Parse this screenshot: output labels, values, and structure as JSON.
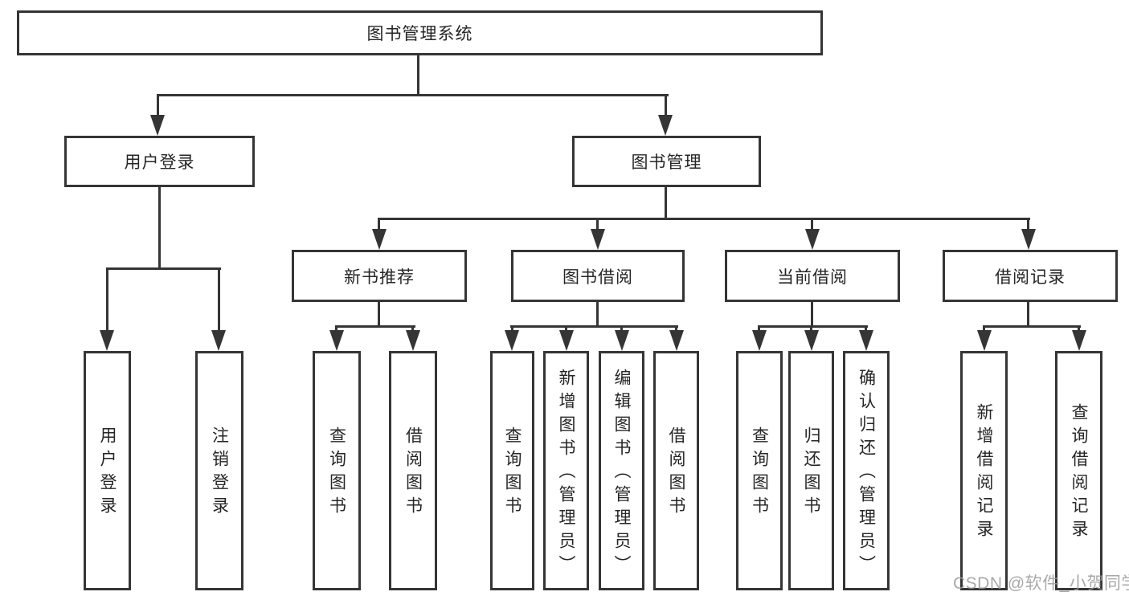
{
  "nodes": {
    "root": "图书管理系统",
    "user_login": "用户登录",
    "book_mgmt": "图书管理",
    "new_book_rec": "新书推荐",
    "book_borrow": "图书借阅",
    "current_borrow": "当前借阅",
    "borrow_record": "借阅记录",
    "leaf_user_login": "用户登录",
    "leaf_logout": "注销登录",
    "leaf_query_book_a": "查询图书",
    "leaf_borrow_book_a": "借阅图书",
    "leaf_query_book_b": "查询图书",
    "leaf_add_book": "新增图书（管理员）",
    "leaf_edit_book": "编辑图书（管理员）",
    "leaf_borrow_book_b": "借阅图书",
    "leaf_query_book_c": "查询图书",
    "leaf_return_book": "归还图书",
    "leaf_confirm_return": "确认归还（管理员）",
    "leaf_add_record": "新增借阅记录",
    "leaf_query_record": "查询借阅记录"
  },
  "hierarchy": {
    "图书管理系统": {
      "用户登录": [
        "用户登录",
        "注销登录"
      ],
      "图书管理": {
        "新书推荐": [
          "查询图书",
          "借阅图书"
        ],
        "图书借阅": [
          "查询图书",
          "新增图书（管理员）",
          "编辑图书（管理员）",
          "借阅图书"
        ],
        "当前借阅": [
          "查询图书",
          "归还图书",
          "确认归还（管理员）"
        ],
        "借阅记录": [
          "新增借阅记录",
          "查询借阅记录"
        ]
      }
    }
  },
  "watermark": "CSDN @软件_小贺同学",
  "colors": {
    "line": "#353535",
    "text": "#262626",
    "watermark": "#9b9b9b",
    "background": "#ffffff"
  }
}
